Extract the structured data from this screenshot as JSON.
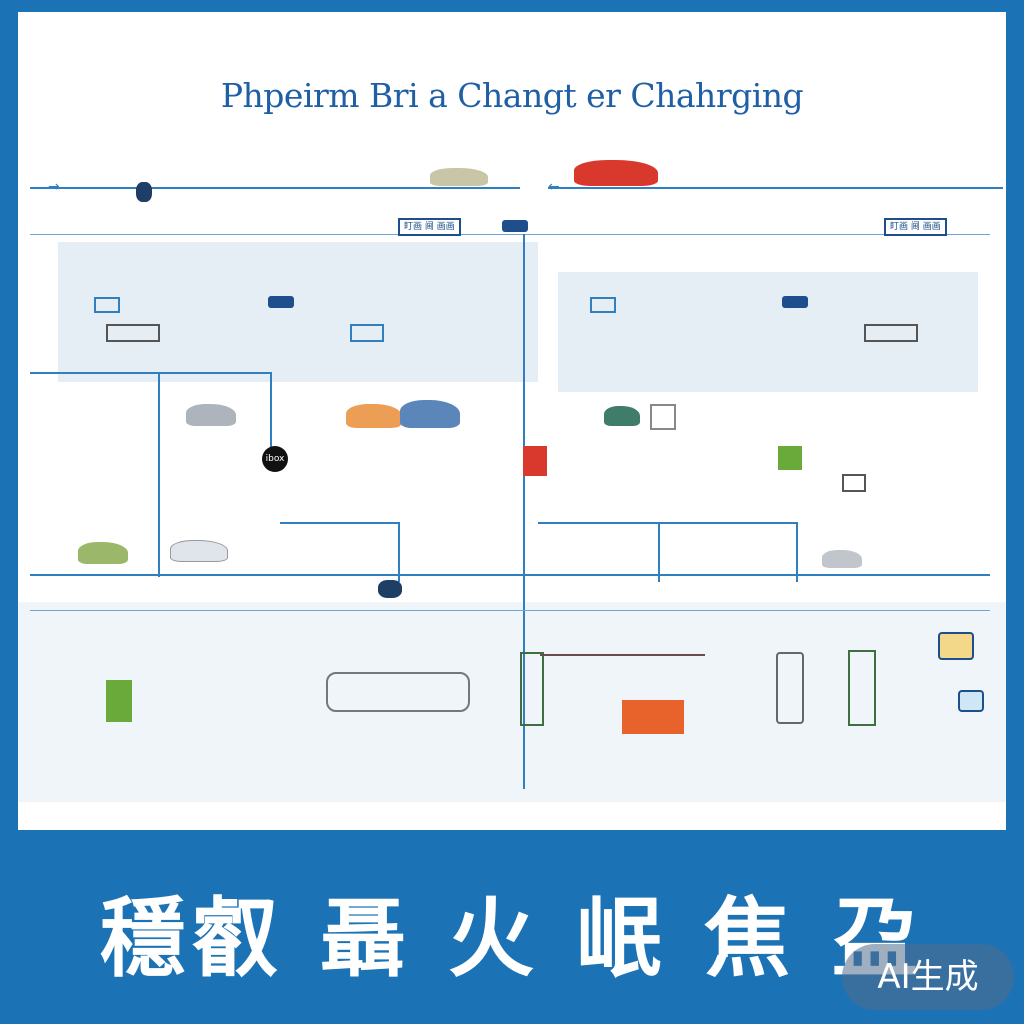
{
  "poster": {
    "title": "Phpeirm Bri a Changt er Chahrging",
    "caption": "穩叡 聶 火 岷 焦 盁",
    "badge": "AI生成"
  },
  "timeline": {
    "top_left_tag": "盯画 阃 画画",
    "top_right_tag": "盯画 阃 画画",
    "center_node": "ibox",
    "colors": {
      "line": "#2f7fc1",
      "tag_border": "#1f4e8c",
      "car_red": "#d9382c",
      "car_green": "#9bb86a",
      "accent_orange": "#e8622b",
      "accent_green": "#6aaa3a"
    }
  },
  "icons": [
    "car-icon",
    "battery-icon",
    "charger-icon",
    "phone-icon",
    "connector-icon",
    "node-icon"
  ]
}
